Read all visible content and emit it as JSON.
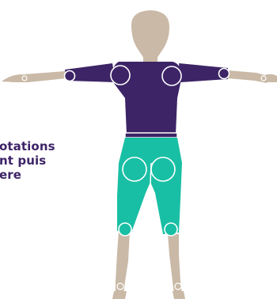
{
  "caption": {
    "lines": [
      "otations",
      "nt puis",
      "ere"
    ]
  },
  "colors": {
    "background": "#ffffff",
    "skin": "#c9b9a6",
    "shirt": "#3d2466",
    "shorts": "#19bfa4",
    "outline": "#ffffff",
    "text": "#3d2466"
  },
  "figure": {
    "joint_markers": [
      "shoulder-left",
      "shoulder-right",
      "elbow-left",
      "elbow-right",
      "hip-left",
      "hip-right",
      "knee-left",
      "knee-right"
    ]
  }
}
